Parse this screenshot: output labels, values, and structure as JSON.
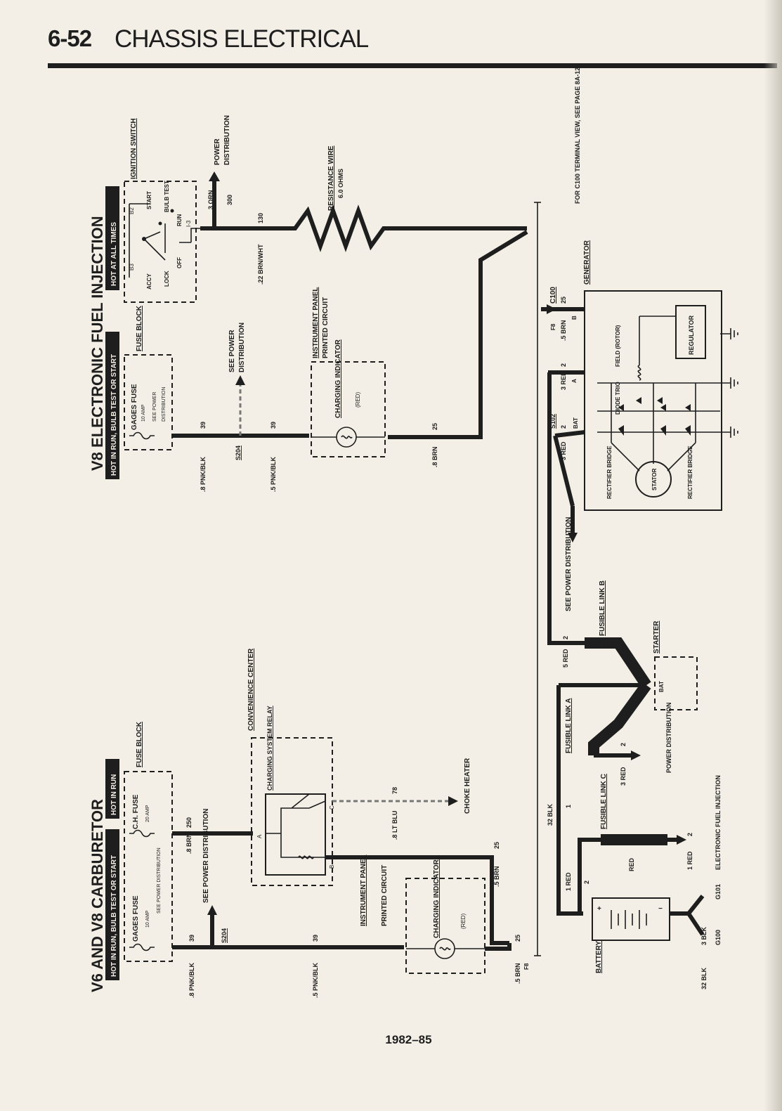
{
  "header": {
    "page_number": "6-52",
    "title": "CHASSIS ELECTRICAL"
  },
  "footer": {
    "years": "1982–85"
  },
  "efi": {
    "section_title": "V8 ELECTRONIC FUEL INJECTION",
    "hot_run_bulb_start": "HOT IN RUN, BULB TEST OR START",
    "hot_at_all_times": "HOT AT ALL TIMES",
    "fuse_block": "FUSE BLOCK",
    "gages_fuse": "GAGES FUSE",
    "fuse_amp": "10 AMP",
    "see_power_distribution": "SEE POWER DISTRIBUTION",
    "see_power": "SEE POWER",
    "distribution": "DISTRIBUTION",
    "ignition_switch": "IGNITION SWITCH",
    "accy": "ACCY",
    "lock": "LOCK",
    "off": "OFF",
    "run": "RUN",
    "start": "START",
    "bulb_test": "BULB TEST",
    "b2": "B2",
    "b3": "B3",
    "i3": "I-3",
    "power": "POWER",
    "wire_3orn": "3 ORN",
    "wire_300": "300",
    "wire_22brnwht": ".22 BRN/WHT",
    "wire_130": "130",
    "resistance_wire": "RESISTANCE WIRE",
    "resistance_ohms": "6.0 OHMS",
    "instrument_panel": "INSTRUMENT PANEL",
    "printed_circuit": "PRINTED CIRCUIT",
    "charging_indicator": "CHARGING INDICATOR",
    "red": "(RED)",
    "wire_8pnkblk": ".8 PNK/BLK",
    "wire_39": "39",
    "wire_5pnkblk": ".5 PNK/BLK",
    "s204": "S204",
    "wire_8brn": ".8 BRN",
    "wire_25": "25"
  },
  "carb": {
    "section_title": "V6 AND V8 CARBURETOR",
    "hot_run_bulb_start": "HOT IN RUN, BULB TEST OR START",
    "hot_in_run": "HOT IN RUN",
    "fuse_block": "FUSE BLOCK",
    "gages_fuse": "GAGES FUSE",
    "gages_amp": "10 AMP",
    "ch_fuse": "C.H. FUSE",
    "ch_amp": "20 AMP",
    "see_power_distribution": "SEE POWER DISTRIBUTION",
    "wire_8pnkblk": ".8 PNK/BLK",
    "wire_39": "39",
    "wire_5pnkblk": ".5 PNK/BLK",
    "s204": "S204",
    "wire_8brn": ".8 BRN",
    "wire_250": "250",
    "convenience_center": "CONVENIENCE CENTER",
    "charging_system_relay": "CHARGING SYSTEM RELAY",
    "term_a": "A",
    "term_b": "B",
    "term_c": "C",
    "wire_8ltblu": ".8 LT BLU",
    "wire_78": "78",
    "choke_heater": "CHOKE HEATER",
    "instrument_panel": "INSTRUMENT PANEL",
    "printed_circuit": "PRINTED CIRCUIT",
    "charging_indicator": "CHARGING INDICATOR",
    "red": "(RED)",
    "wire_5brn": ".5 BRN",
    "wire_25": "25",
    "f8": "F8"
  },
  "right": {
    "c100_note": "FOR C100 TERMINAL VIEW, SEE PAGE 8A-12",
    "generator": "GENERATOR",
    "c100": "C100",
    "f8": "F8",
    "wire_5brn": ".5 BRN",
    "wire_25": "25",
    "term_b": "B",
    "wire_3red": "3 RED",
    "wire_2": "2",
    "term_a": "A",
    "s102": "S102",
    "bat": "BAT",
    "field_rotor": "FIELD (ROTOR)",
    "regulator": "REGULATOR",
    "diode_trio": "DIODE TRIO",
    "rectifier_bridge": "RECTIFIER BRIDGE",
    "stator": "STATOR",
    "see_power_distribution": "SEE POWER DISTRIBUTION",
    "wire_5red": "5 RED",
    "fusible_link_b": "FUSIBLE LINK B",
    "starter": "STARTER",
    "starter_bat": "BAT",
    "fusible_link_a": "FUSIBLE LINK A",
    "power_distribution": "POWER DISTRIBUTION",
    "wire_32blk": "32 BLK",
    "wire_1": "1",
    "fusible_link_c": "FUSIBLE LINK C",
    "red": "RED",
    "wire_1red": "1 RED",
    "efi_feed": "ELECTRONIC FUEL INJECTION",
    "battery": "BATTERY",
    "g100": "G100",
    "g101": "G101",
    "wire_3blk": "3 BLK"
  }
}
